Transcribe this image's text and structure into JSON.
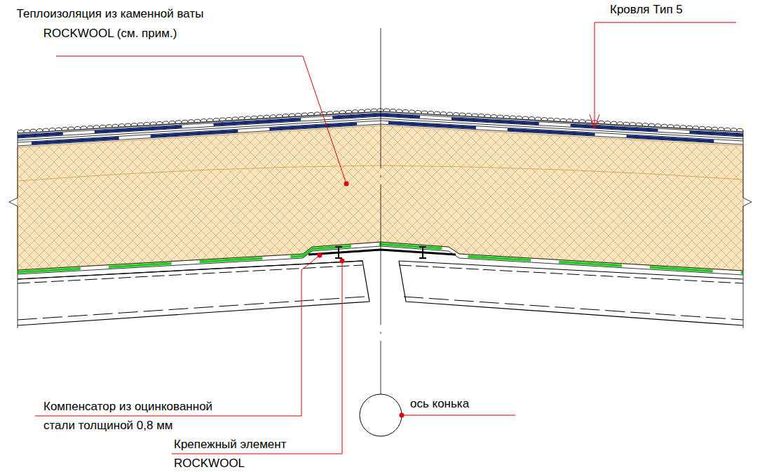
{
  "diagram": {
    "labels": [
      "Теплоизоляция из каменной ваты ROCKWOOL (см. прим.)",
      "Кровля Тип 5",
      "Компенсатор из оцинкованной стали толщиной 0,8 мм",
      "ось конька",
      "Крепежный элемент ROCKWOOL"
    ]
  }
}
